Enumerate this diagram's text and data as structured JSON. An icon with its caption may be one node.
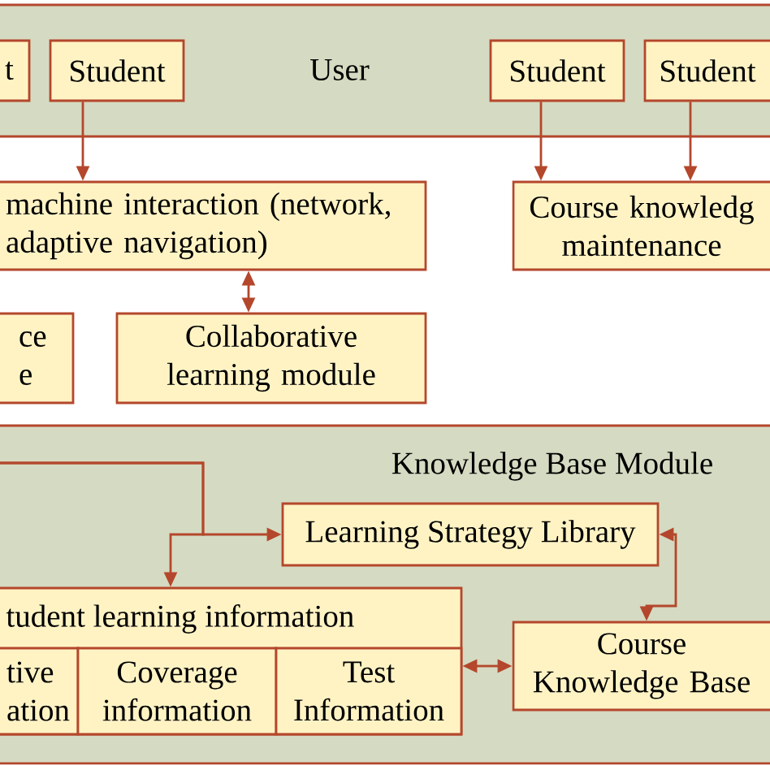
{
  "diagram": {
    "nodes": [
      {
        "text": [
          "User"
        ]
      },
      {
        "text": [
          "t"
        ],
        "in": 0
      },
      {
        "text": [
          "Student"
        ],
        "in": 0
      },
      {
        "text": [
          "Student"
        ],
        "in": 0
      },
      {
        "text": [
          "Student"
        ],
        "in": 0
      },
      {
        "text": [
          "machine interaction (network, adaptive navigation)"
        ]
      },
      {
        "text": [
          "Course knowledg maintenance"
        ]
      },
      {
        "text": [
          "ce e"
        ]
      },
      {
        "text": [
          "Collaborative learning module"
        ]
      },
      {
        "text": [
          "Knowledge Base Module"
        ]
      },
      {
        "text": [
          "Learning Strategy Library"
        ],
        "in": 9
      },
      {
        "text": [
          "tudent learning information"
        ],
        "in": 9
      },
      {
        "text": [
          "tive ation"
        ],
        "in": 11
      },
      {
        "text": [
          "Coverage information"
        ],
        "in": 11
      },
      {
        "text": [
          "Test Information"
        ],
        "in": 11
      },
      {
        "text": [
          "Course Knowledge Base"
        ],
        "in": 9
      }
    ],
    "edges": [
      {
        "from": 2,
        "to": 5,
        "arrow": "to"
      },
      {
        "from": 3,
        "to": 6,
        "arrow": "to"
      },
      {
        "from": 4,
        "to": 6,
        "arrow": "to"
      },
      {
        "from": 5,
        "to": 8,
        "arrow": "both"
      },
      {
        "from": null,
        "to": 10,
        "arrow": "to"
      },
      {
        "from": null,
        "to": 11,
        "arrow": "to"
      },
      {
        "from": 11,
        "to": 15,
        "arrow": "both"
      },
      {
        "from": 10,
        "to": 15,
        "arrow": "both"
      }
    ]
  }
}
